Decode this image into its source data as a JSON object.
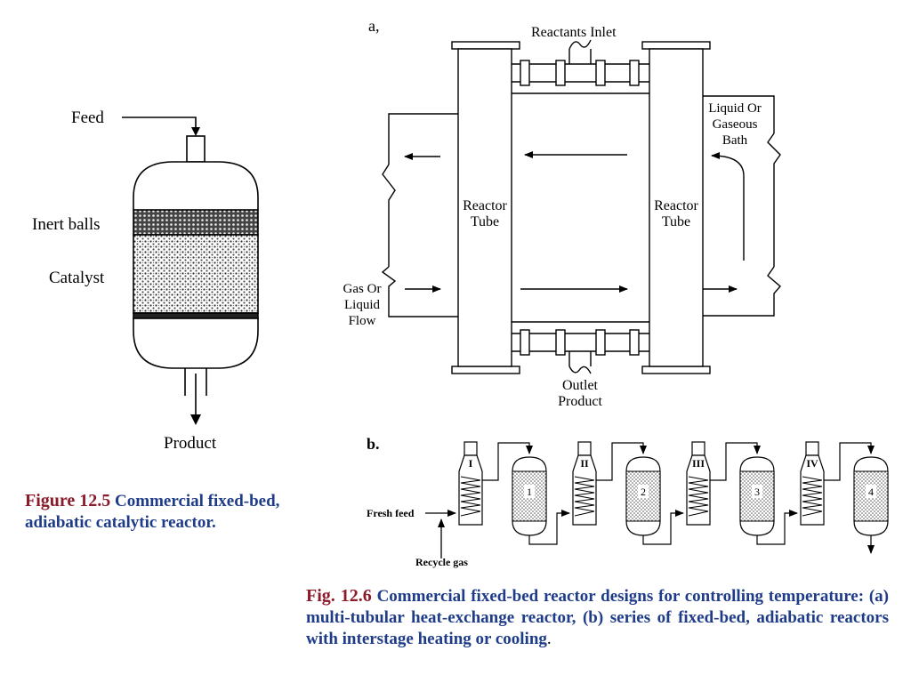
{
  "figure_12_5": {
    "labels": {
      "feed": "Feed",
      "inert_balls": "Inert balls",
      "catalyst": "Catalyst",
      "product": "Product"
    },
    "caption_label": "Figure 12.5",
    "caption_text": " Commercial fixed-bed, adiabatic catalytic reactor."
  },
  "figure_12_6a": {
    "panel_label": "a,",
    "reactants_inlet": "Reactants Inlet",
    "bath_line1": "Liquid Or",
    "bath_line2": "Gaseous",
    "bath_line3": "Bath",
    "tube_left_line1": "Reactor",
    "tube_left_line2": "Tube",
    "tube_right_line1": "Reactor",
    "tube_right_line2": "Tube",
    "flow_line1": "Gas Or",
    "flow_line2": "Liquid",
    "flow_line3": "Flow",
    "outlet_line1": "Outlet",
    "outlet_line2": "Product"
  },
  "figure_12_6b": {
    "panel_label": "b.",
    "fresh_feed": "Fresh feed",
    "recycle_gas": "Recycle gas",
    "exchangers": [
      "I",
      "II",
      "III",
      "IV"
    ],
    "reactors": [
      "1",
      "2",
      "3",
      "4"
    ]
  },
  "caption_12_6": {
    "label": "Fig. 12.6",
    "text": " Commercial fixed-bed reactor designs for controlling temperature: (a) multi-tubular heat-exchange reactor, (b) series of fixed-bed, adiabatic reactors with interstage heating or cooling",
    "period": "."
  },
  "colors": {
    "caption_label": "#8b1a2b",
    "caption_text": "#1f3c88",
    "line": "#000000"
  }
}
